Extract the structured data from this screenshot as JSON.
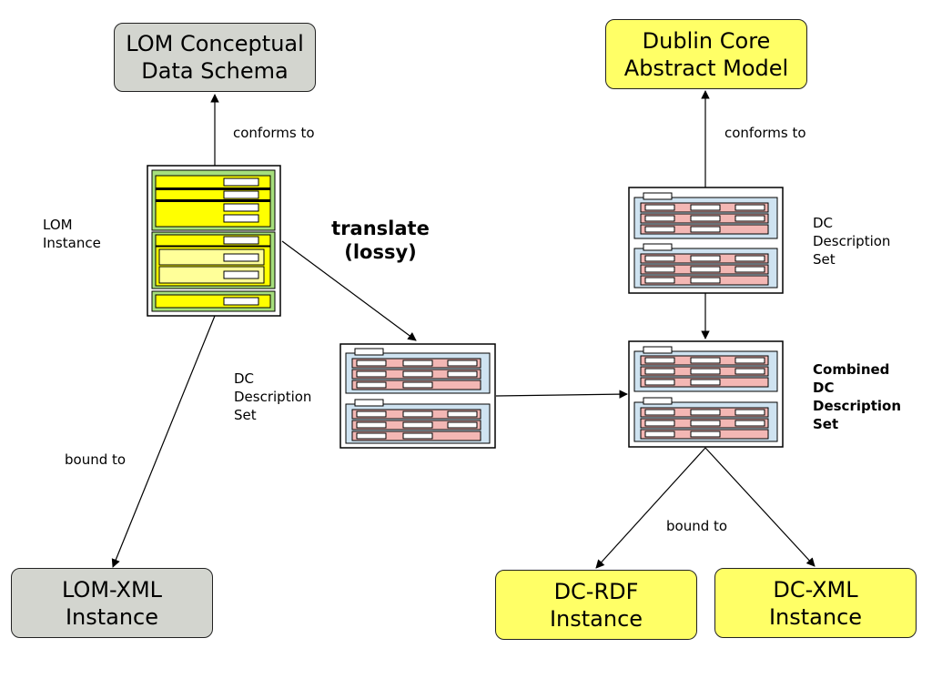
{
  "nodes": {
    "lom_schema": "LOM Conceptual\nData Schema",
    "dcam": "Dublin Core\nAbstract Model",
    "lom_xml": "LOM-XML\nInstance",
    "dc_rdf": "DC-RDF\nInstance",
    "dc_xml": "DC-XML\nInstance"
  },
  "labels": {
    "conforms_left": "conforms to",
    "conforms_right": "conforms to",
    "lom_instance": "LOM\nInstance",
    "translate": "translate\n(lossy)",
    "dc_set_middle": "DC\nDescription\nSet",
    "dc_set_right": "DC\nDescription\nSet",
    "combined": "Combined\nDC\nDescription\nSet",
    "bound_left": "bound to",
    "bound_right": "bound to"
  },
  "colors": {
    "grey_box": "#d3d5cf",
    "yellow_box": "#ffff66",
    "lom_green": "#a6df7c",
    "lom_yellow": "#ffff00",
    "lom_pale_yellow": "#ffff99",
    "dc_blue": "#cfe3f1",
    "dc_pink": "#f3b7b4"
  }
}
